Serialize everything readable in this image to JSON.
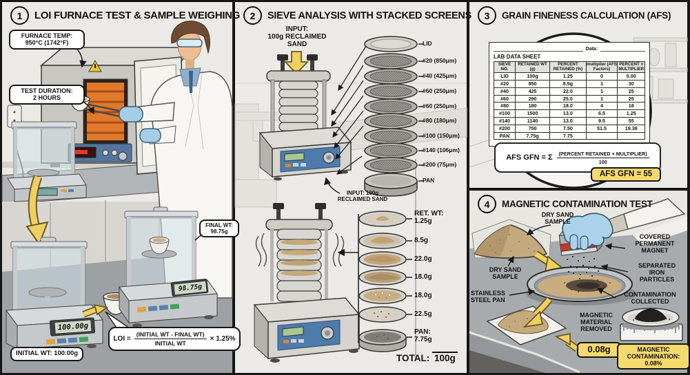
{
  "colors": {
    "highlight_yellow": "#f6d96d",
    "arrow_yellow": "#f0cf62",
    "magnet_red": "#c0392f",
    "glove_blue": "#abd2e8",
    "control_blue": "#4d7bab",
    "heat_orange": "#df7a2b"
  },
  "panel1": {
    "number": "1",
    "title": "LOI FURNACE TEST & SAMPLE WEIGHING",
    "furnace_temp": "FURNACE TEMP:\n950°C (1742°F)",
    "test_duration": "TEST DURATION:\n2 HOURS",
    "final_wt": "FINAL WT:\n98.75g",
    "initial_wt": "INITIAL WT: 100.00g",
    "scale_initial_display": "100.00g",
    "scale_final_display": "98.75g",
    "loi_label": "LOI =",
    "loi_numerator": "(INITIAL WT - FINAL WT)",
    "loi_denominator": "INITIAL WT",
    "loi_multiplier": "× 1.25%"
  },
  "panel2": {
    "number": "2",
    "title": "SIEVE ANALYSIS WITH STACKED SCREENS",
    "input_top": "INPUT:\n100g RECLAIMED\nSAND",
    "input_side": "INPUT: 100g\nRECLAIMED SAND",
    "sieve_labels": [
      "LID",
      "#20 (850μm)",
      "#40 (425μm)",
      "#60 (250μm)",
      "#60 (250μm)",
      "#80 (180μm)",
      "#100 (150μm)",
      "#140 (106μm)",
      "#200 (75μm)",
      "PAN"
    ],
    "retained_weights": [
      "RET. WT:\n1.25g",
      "8.5g",
      "22.0g",
      "18.0g",
      "18.0g",
      "22.5g",
      "PAN:\n7.75g"
    ],
    "total_label": "TOTAL:",
    "total_value": "100g"
  },
  "panel3": {
    "number": "3",
    "title": "GRAIN FINENESS CALCULATION (AFS)",
    "data_field_label": "Data:",
    "sheet_title": "LAB DATA SHEET",
    "table": {
      "headers": [
        "SIEVE NO.",
        "RETAINED WT (g)",
        "PERCENT RETAINED (%)",
        "multiplier (AFS Factors)",
        "PERCENT × MULTIPLIER"
      ],
      "rows": [
        [
          "LID",
          "100g",
          "1.25",
          "0",
          "0.00"
        ],
        [
          "#20",
          "850",
          "8.5g",
          "1",
          "30"
        ],
        [
          "#40",
          "425",
          "22.0",
          "1",
          "25"
        ],
        [
          "#60",
          "290",
          "25.0",
          "1",
          "25"
        ],
        [
          "#80",
          "180",
          "18.0",
          "4",
          "18"
        ],
        [
          "#100",
          "1500",
          "13.0",
          "6.5",
          "1.25"
        ],
        [
          "#140",
          "1140",
          "13.0",
          "9.5",
          "55"
        ],
        [
          "#200",
          "750",
          "7.50",
          "51.5",
          "19.38"
        ],
        [
          "PAN",
          "7.75g",
          "7.75",
          "",
          ""
        ]
      ]
    },
    "formula_label": "AFS GFN = Σ",
    "formula_numerator": "(PERCENT RETAINED × MULTIPLIER)",
    "formula_denominator": "100",
    "gfn_result": "AFS GFN = 55"
  },
  "panel4": {
    "number": "4",
    "title": "MAGNETIC CONTAMINATION TEST",
    "dry_sand_top": "DRY SAND\nSAMPLE",
    "dry_sand_left": "DRY SAND\nSAMPLE",
    "covered_magnet": "COVERED\nPERMANENT\nMAGNET",
    "separated_iron": "SEPARATED\nIRON\nPARTICLES",
    "contamination_collected": "CONTAMINATION\nCOLLECTED",
    "stainless_pan": "STAINLESS\nSTEEL PAN",
    "magnetic_removed": "MAGNETIC\nMATERIAL\nREMOVED",
    "removed_weight": "0.08g",
    "contamination_result": "MAGNETIC\nCONTAMINATION:\n0.08%"
  }
}
